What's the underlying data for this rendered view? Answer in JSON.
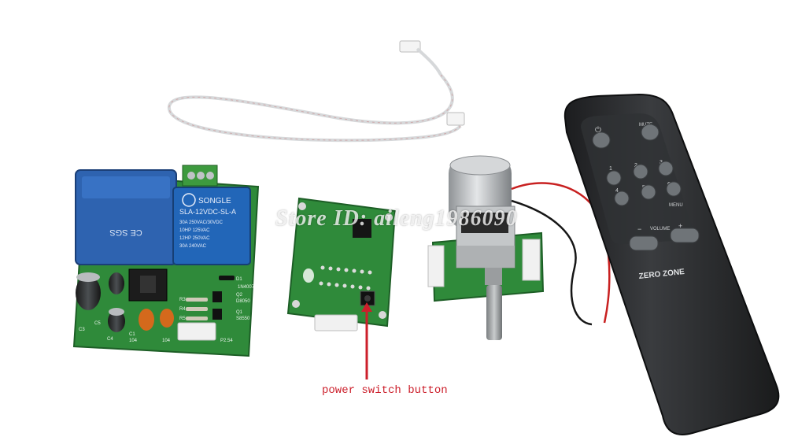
{
  "annotation": {
    "caption": "power switch button",
    "color": "#cc1f2b"
  },
  "watermark": "Store ID: aileng1986090",
  "power_board": {
    "relay_brand": "SONGLE",
    "relay_model": "SLA-12VDC-SL-A",
    "relay_rating_1": "30A 250VAC/30VDC",
    "relay_rating_2": "10HP 125VAC",
    "relay_rating_3": "12HP 250VAC",
    "relay_rating_4": "30A 240VAC",
    "transformer_label": "CE SGS",
    "silkscreen": [
      "C5",
      "C3",
      "C4",
      "C1",
      "104",
      "104",
      "R3",
      "R4",
      "R5",
      "Q2",
      "Q1",
      "D1",
      "D8050",
      "S8550",
      "1N4007",
      "P2.54"
    ]
  },
  "remote": {
    "brand": "ZERO ZONE",
    "power_label": "⏻",
    "mute_label": "MUTE",
    "menu_label": "MENU",
    "volume_label": "VOLUME",
    "volume_minus": "−",
    "volume_plus": "+",
    "number_buttons": [
      "1",
      "2",
      "3",
      "4",
      "5",
      "6"
    ]
  },
  "colors": {
    "pcb_green": "#2f8a3a",
    "relay_blue": "#2266b8",
    "transformer_blue": "#2e63b0",
    "remote_body": "#2a2c2e",
    "remote_button": "#6f7478"
  }
}
